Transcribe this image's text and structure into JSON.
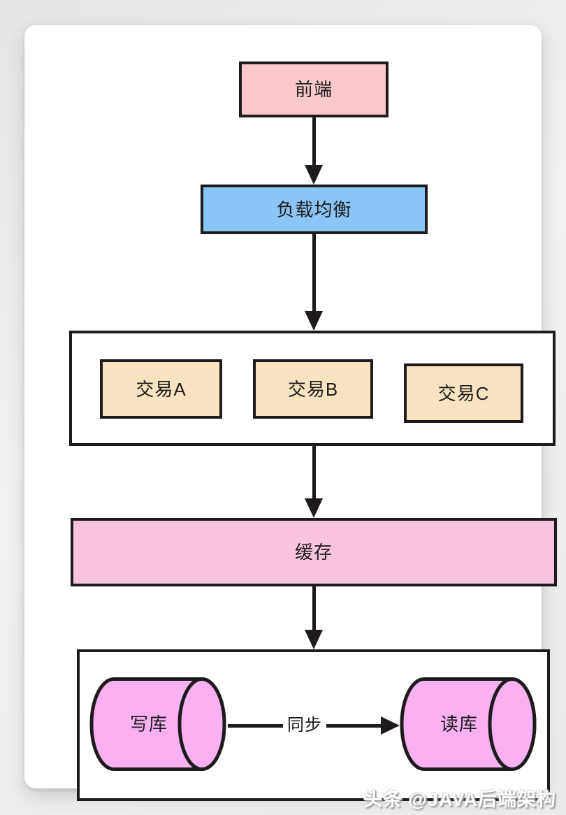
{
  "diagram": {
    "nodes": {
      "frontend": {
        "label": "前端",
        "fill": "#f9c8cc"
      },
      "load_balancer": {
        "label": "负载均衡",
        "fill": "#8ac5f7"
      },
      "transaction_a": {
        "label": "交易A",
        "fill": "#fae3c1"
      },
      "transaction_b": {
        "label": "交易B",
        "fill": "#fae3c1"
      },
      "transaction_c": {
        "label": "交易C",
        "fill": "#fae3c1"
      },
      "cache": {
        "label": "缓存",
        "fill": "#f8c3de"
      },
      "write_db": {
        "label": "写库",
        "fill": "#f9b1f1",
        "shape": "cylinder"
      },
      "read_db": {
        "label": "读库",
        "fill": "#f9b1f1",
        "shape": "cylinder"
      }
    },
    "edges": {
      "frontend_to_load_balancer": {
        "from": "frontend",
        "to": "load_balancer"
      },
      "load_balancer_to_transactions": {
        "from": "load_balancer",
        "to": "transactions_cluster"
      },
      "transactions_to_cache": {
        "from": "transactions_cluster",
        "to": "cache"
      },
      "cache_to_database": {
        "from": "cache",
        "to": "database_cluster"
      },
      "sync": {
        "from": "write_db",
        "to": "read_db",
        "label": "同步"
      }
    },
    "border_color": "#1f1b1c"
  },
  "watermark": {
    "text": "头条 @JAVA后端架构"
  }
}
